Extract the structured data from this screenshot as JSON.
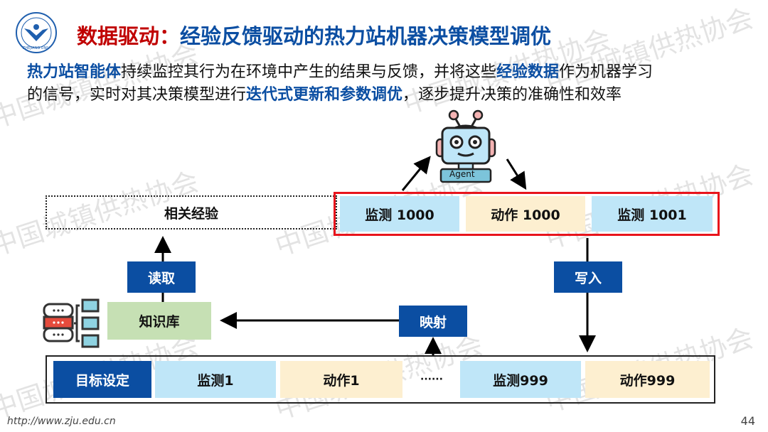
{
  "header": {
    "logo": "zhejiang-university-logo",
    "title_red": "数据驱动：",
    "title_blue": "经验反馈驱动的热力站机器决策模型调优"
  },
  "intro": {
    "line1_parts": [
      {
        "text": "热力站智能体",
        "bold": true
      },
      {
        "text": "持续监控其行为在环境中产生的结果与反馈，并将这些",
        "bold": false
      },
      {
        "text": "经验数据",
        "bold": true
      },
      {
        "text": "作为机器学习",
        "bold": false
      }
    ],
    "line2_parts": [
      {
        "text": "的信号，实时对其决策模型进行",
        "bold": false
      },
      {
        "text": "迭代式更新和参数调优",
        "bold": true
      },
      {
        "text": "，逐步提升决策的准确性和效率",
        "bold": false
      }
    ]
  },
  "diagram": {
    "agent_label": "Agent",
    "related_experience": "相关经验",
    "current_sequence": [
      "监测 1000",
      "动作 1000",
      "监测 1001"
    ],
    "read_label": "读取",
    "write_label": "写入",
    "knowledge_base": "知识库",
    "map_label": "映射",
    "history_sequence": [
      "目标设定",
      "监测1",
      "动作1",
      "······",
      "监测999",
      "动作999"
    ]
  },
  "watermark": "中国城镇供热协会",
  "footer": {
    "url": "http://www.zju.edu.cn",
    "page": "44"
  }
}
